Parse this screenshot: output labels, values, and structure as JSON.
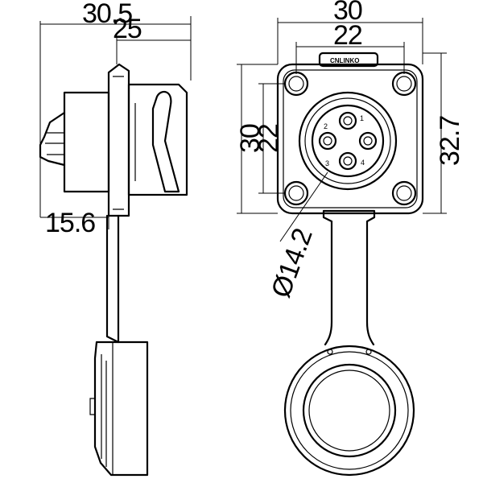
{
  "dimensions": {
    "side_total_width": "30.5",
    "side_body_width": "25",
    "side_flange_offset": "15.6",
    "front_width": "30",
    "front_hole_spacing_h": "22",
    "front_height": "30",
    "front_hole_spacing_v": "22",
    "front_total_height": "32.7",
    "panel_cutout_diameter": "Ø14.2"
  },
  "pin_labels": [
    "1",
    "2",
    "3",
    "4"
  ],
  "logo_text": "CNLINKO"
}
